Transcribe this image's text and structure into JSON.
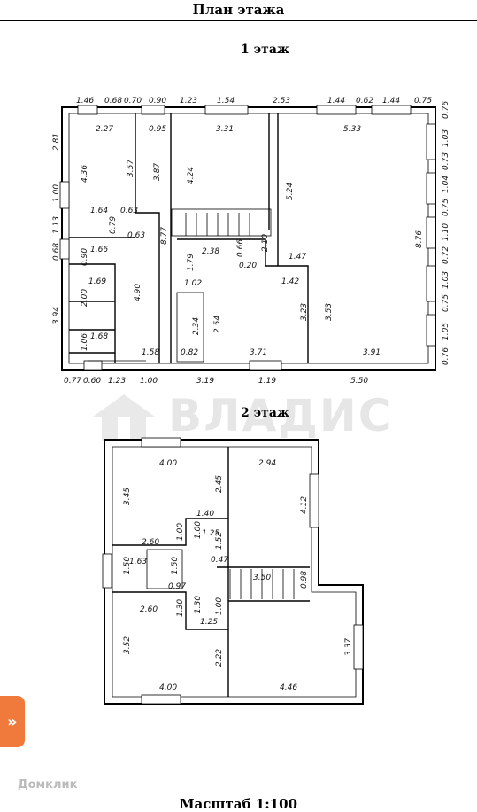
{
  "header": {
    "title": "План этажа"
  },
  "floors": [
    {
      "label": "1 этаж"
    },
    {
      "label": "2 этаж"
    }
  ],
  "scale": "Масштаб 1:100",
  "watermark": "ВЛАДИС",
  "domclick": "Домклик",
  "side_button": {
    "icon": "double-chevron-right-icon",
    "label": "»"
  },
  "colors": {
    "accent": "#ef7a3c"
  },
  "dimensions_floor1": [
    "1.46",
    "0.68",
    "0.70",
    "0.90",
    "1.23",
    "1.54",
    "2.53",
    "1.44",
    "0.62",
    "1.44",
    "0.75",
    "2.27",
    "0.95",
    "3.31",
    "5.33",
    "2.81",
    "4.36",
    "3.57",
    "3.87",
    "4.24",
    "5.24",
    "0.76",
    "1.03",
    "0.73",
    "1.04",
    "0.75",
    "1.10",
    "0.72",
    "1.03",
    "0.75",
    "1.05",
    "0.76",
    "1.00",
    "1.13",
    "0.68",
    "3.94",
    "0.63",
    "0.79",
    "1.64",
    "0.63",
    "8.77",
    "2.38",
    "0.66",
    "2.10",
    "0.20",
    "1.47",
    "1.42",
    "1.66",
    "0.90",
    "1.69",
    "2.00",
    "4.90",
    "1.79",
    "1.02",
    "3.23",
    "3.53",
    "8.76",
    "1.68",
    "1.06",
    "2.34",
    "2.54",
    "0.82",
    "1.58",
    "3.71",
    "3.91",
    "0.77",
    "0.60",
    "1.23",
    "1.00",
    "3.19",
    "1.19",
    "5.50"
  ],
  "dimensions_floor2": [
    "4.00",
    "2.94",
    "3.45",
    "2.45",
    "4.12",
    "1.40",
    "2.60",
    "1.00",
    "1.00",
    "1.25",
    "1.52",
    "0.47",
    "1.63",
    "1.50",
    "1.50",
    "0.97",
    "3.50",
    "0.98",
    "2.60",
    "1.30",
    "1.30",
    "1.00",
    "1.25",
    "3.52",
    "2.22",
    "3.37",
    "4.00",
    "4.46"
  ]
}
